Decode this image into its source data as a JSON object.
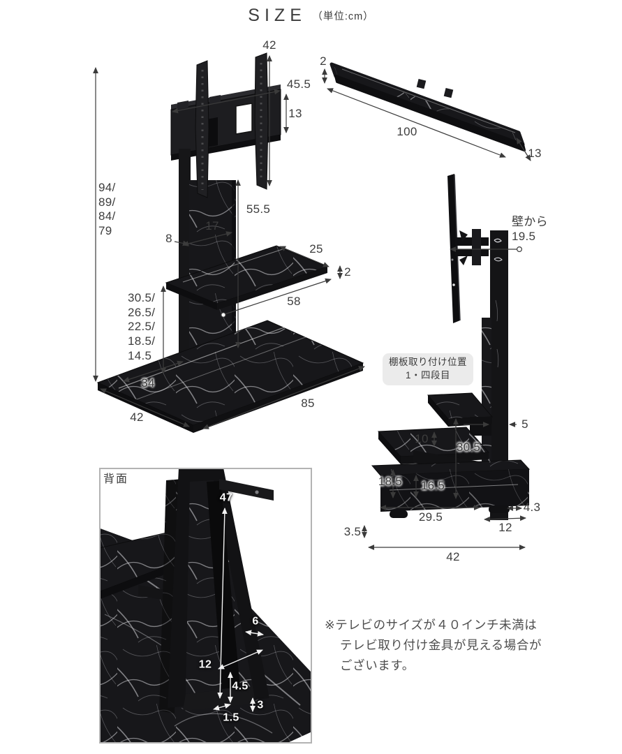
{
  "title": {
    "main": "SIZE",
    "unit": "（単位:cm）"
  },
  "front_view": {
    "bracket_height": "42",
    "bracket_width": "45.5",
    "bracket_bar_height": "13",
    "total_height": "94/\n89/\n84/\n79",
    "pole_height": "55.5",
    "pole_width": "17",
    "pole_side_depth": "8",
    "shelf_depth": "25",
    "shelf_thickness": "2",
    "shelf_width": "58",
    "shelf_height_options": "30.5/\n26.5/\n22.5/\n18.5/\n14.5",
    "base_back_edge": "34",
    "base_width": "85",
    "base_depth": "42"
  },
  "board_view": {
    "thickness": "2",
    "length": "100",
    "depth": "13"
  },
  "side_view": {
    "wall_offset_label": "壁から\n19.5",
    "note_line1": "棚板取り付け位置",
    "note_line2": "1・四段目",
    "post_depth": "5",
    "shelf_gap": "10",
    "shelf_height": "30.5",
    "lower_shelf_left": "18.5",
    "lower_shelf_mid": "16.5",
    "rear_overhang": "4.3",
    "base_front_depth": "29.5",
    "base_rear_depth": "12",
    "base_thickness": "3.5",
    "base_depth": "42"
  },
  "back_view": {
    "label": "背面",
    "channel_height": "47",
    "channel_top_width": "6",
    "channel_width": "12",
    "channel_bottom_height": "4.5",
    "lip_side": "3",
    "lip_bottom": "1.5"
  },
  "note": {
    "line1": "※テレビのサイズが４０インチ未満は",
    "line2": "テレビ取り付け金具が見える場合が",
    "line3": "ございます。"
  }
}
